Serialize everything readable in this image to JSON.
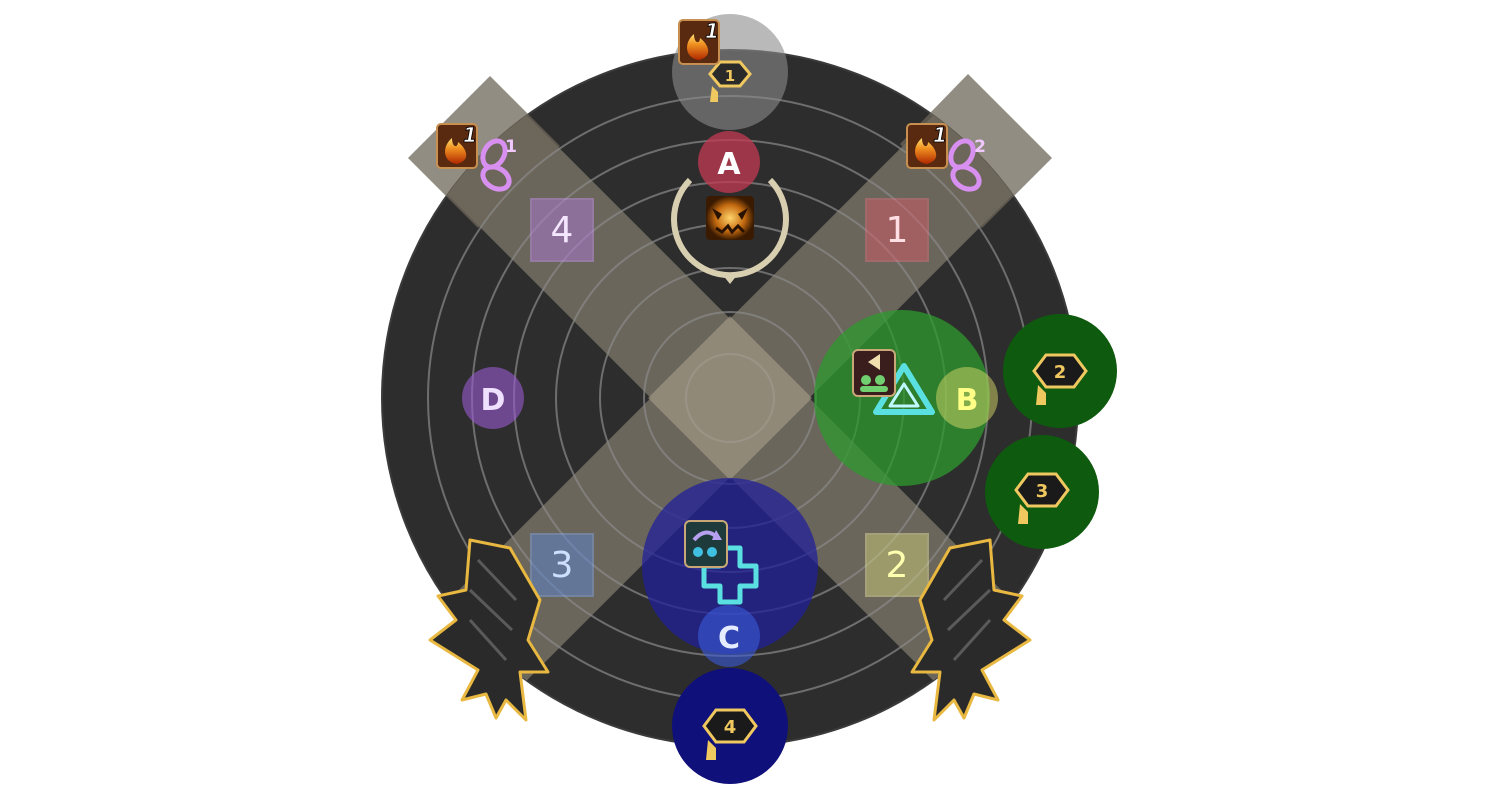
{
  "arena": {
    "colors": {
      "floor": "#2d2d2d",
      "ring": "#8a8a8a",
      "cross": "#9e9582",
      "safe_green": "#1e8a1e",
      "safe_blue": "#1c1c8c",
      "safe_gray": "#8a8a8a",
      "waymark_A": "#c23a52",
      "waymark_B": "#d8d86a",
      "waymark_C": "#3a5ad8",
      "waymark_D": "#9a5ad0",
      "waymark_1": "#e05a6a",
      "waymark_2": "#d8d880",
      "waymark_3": "#5a8ae0",
      "waymark_4": "#b07ad8",
      "tower_gold": "#e8b840"
    }
  },
  "waymarks": {
    "A": "A",
    "B": "B",
    "C": "C",
    "D": "D",
    "one": "1",
    "two": "2",
    "three": "3",
    "four": "4"
  },
  "towers": {
    "t1": "1",
    "t2": "2",
    "t3": "3",
    "t4": "4"
  },
  "debuffs": {
    "fire_top_stack": "1",
    "fire_left_stack": "1",
    "fire_right_stack": "1",
    "chain_left": "1",
    "chain_right": "2"
  },
  "icons": {
    "boss": "boss-face-icon",
    "fire": "fire-debuff-icon",
    "chain": "chain-icon",
    "tether_swap": "swap-tether-icon",
    "stack": "party-stack-icon",
    "tower": "tower-icon",
    "claw": "dragon-claw-icon",
    "triangle": "triangle-marker-icon",
    "cross": "cross-marker-icon"
  }
}
